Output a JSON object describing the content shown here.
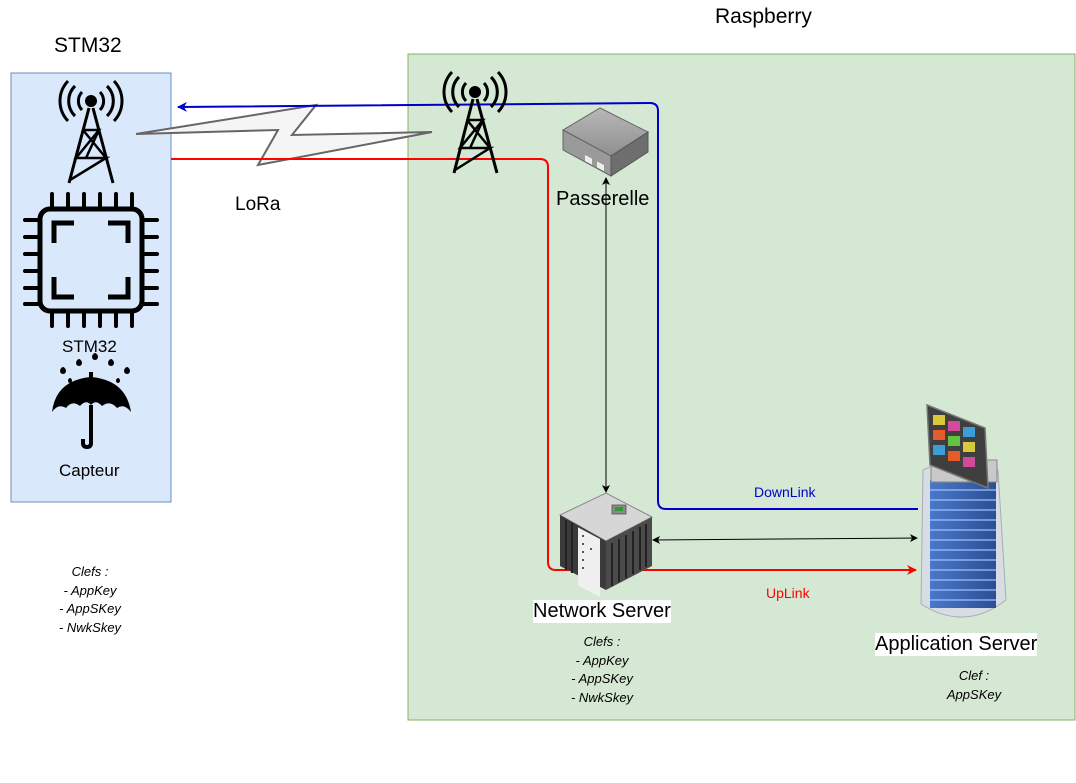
{
  "colors": {
    "stm32_panel_fill": "#dae8fc",
    "stm32_panel_stroke": "#6c8ebf",
    "raspberry_panel_fill": "#d5e8d4",
    "raspberry_panel_stroke": "#82b366",
    "uplink": "#ff0000",
    "downlink": "#0000cc"
  },
  "stm32": {
    "title": "STM32",
    "chip_label": "STM32",
    "sensor_label": "Capteur",
    "keys": [
      "Clefs :",
      "-  AppKey",
      "- AppSKey",
      "- NwkSkey"
    ]
  },
  "link": {
    "label": "LoRa"
  },
  "raspberry": {
    "title": "Raspberry",
    "gateway_label": "Passerelle",
    "network_server": {
      "label": "Network Server",
      "keys": [
        "Clefs :",
        "-  AppKey",
        "- AppSKey",
        "- NwkSkey"
      ]
    },
    "application_server": {
      "label": "Application Server",
      "keys": [
        "Clef :",
        "AppSKey"
      ]
    },
    "downlink_label": "DownLink",
    "uplink_label": "UpLink"
  }
}
